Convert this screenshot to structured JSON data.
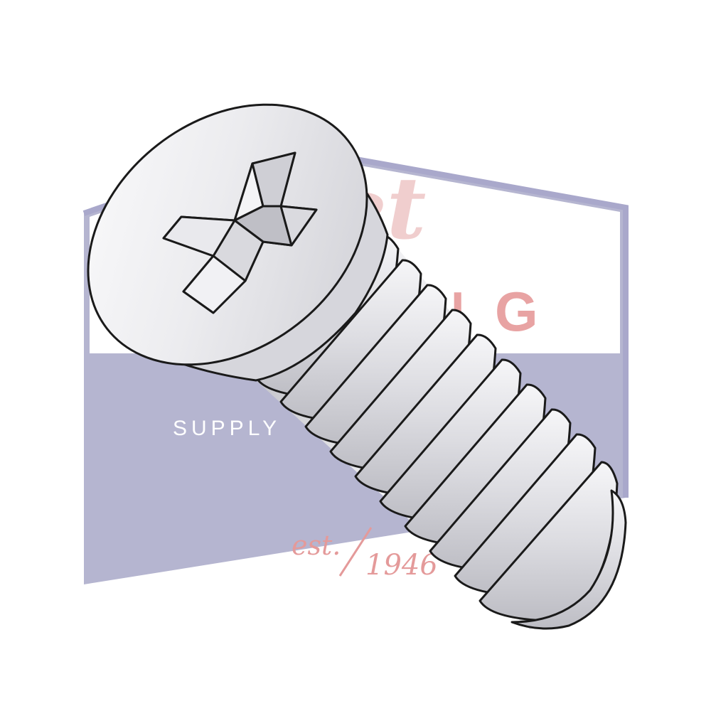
{
  "watermark": {
    "brand_script": "Jet",
    "brand_word": "FITTING",
    "tagline": "SUPPLY",
    "est_label": "est.",
    "year": "1946",
    "colors": {
      "panel_lavender": "#b4b4cf",
      "panel_outline": "#a7a6c9",
      "brand_red": "#e8a3a3",
      "tagline_white": "#ffffff",
      "est_red": "#e49a9a"
    }
  },
  "product": {
    "icon": "flat-head-phillips-screw-icon",
    "colors": {
      "metal_light": "#f4f4f6",
      "metal_mid": "#d9d9de",
      "metal_dark": "#b9b9c0",
      "outline": "#1a1a1a"
    }
  }
}
